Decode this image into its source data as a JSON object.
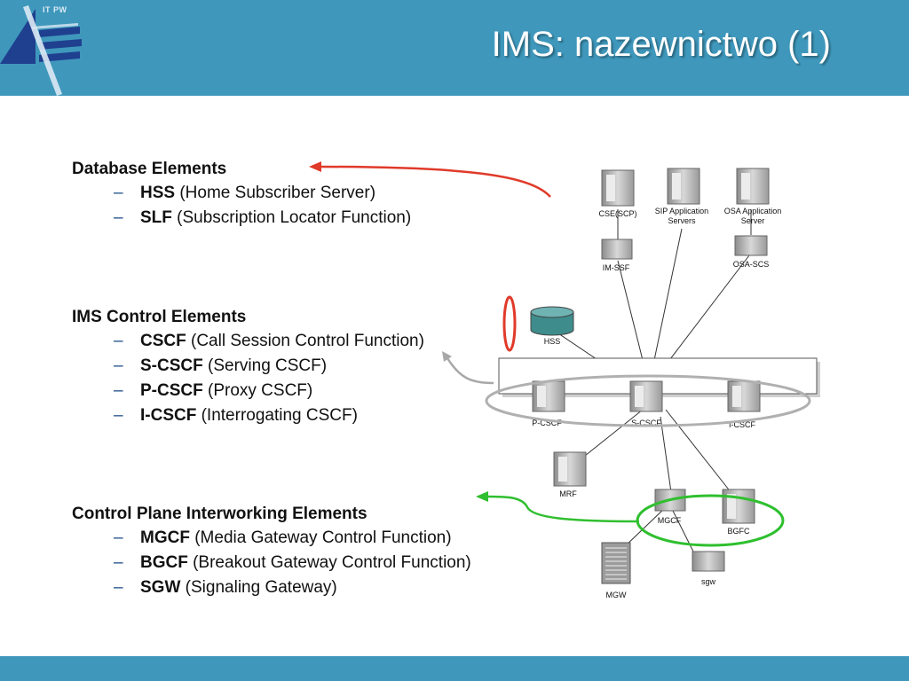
{
  "header": {
    "logo_text": "IT PW",
    "title": "IMS: nazewnictwo (1)"
  },
  "colors": {
    "header_bg": "#3f98bc",
    "red_arrow": "#e03a2a",
    "green_arrow": "#2fbf2f",
    "gray_arrow": "#a8a8a8"
  },
  "sections": [
    {
      "title": "Database Elements",
      "items": [
        {
          "abbr": "HSS",
          "desc": " (Home Subscriber Server)"
        },
        {
          "abbr": "SLF",
          "desc": " (Subscription Locator Function)"
        }
      ]
    },
    {
      "title": "IMS Control Elements",
      "items": [
        {
          "abbr": "CSCF",
          "desc": " (Call Session Control Function)"
        },
        {
          "abbr": "S-CSCF",
          "desc": " (Serving CSCF)"
        },
        {
          "abbr": "P-CSCF",
          "desc": " (Proxy CSCF)"
        },
        {
          "abbr": "I-CSCF",
          "desc": " (Interrogating CSCF)"
        }
      ]
    },
    {
      "title": "Control Plane Interworking Elements",
      "items": [
        {
          "abbr": "MGCF",
          "desc": " (Media Gateway Control Function)"
        },
        {
          "abbr": "BGCF",
          "desc": " (Breakout Gateway Control Function)"
        },
        {
          "abbr": "SGW",
          "desc": " (Signaling Gateway)"
        }
      ]
    }
  ],
  "diagram": {
    "nodes": {
      "cse_scp": "CSE(SCP)",
      "sip_as_1": "SIP Application",
      "sip_as_2": "Servers",
      "osa_as_1": "OSA Application",
      "osa_as_2": "Server",
      "im_ssf": "IM-SSF",
      "osa_scs": "OSA-SCS",
      "hss": "HSS",
      "p_cscf": "P-CSCF",
      "s_cscf": "S-CSCF",
      "i_cscf": "I-CSCF",
      "mrf": "MRF",
      "mgcf": "MGCF",
      "bgfc": "BGFC",
      "sgw": "sgw",
      "mgw": "MGW"
    }
  }
}
